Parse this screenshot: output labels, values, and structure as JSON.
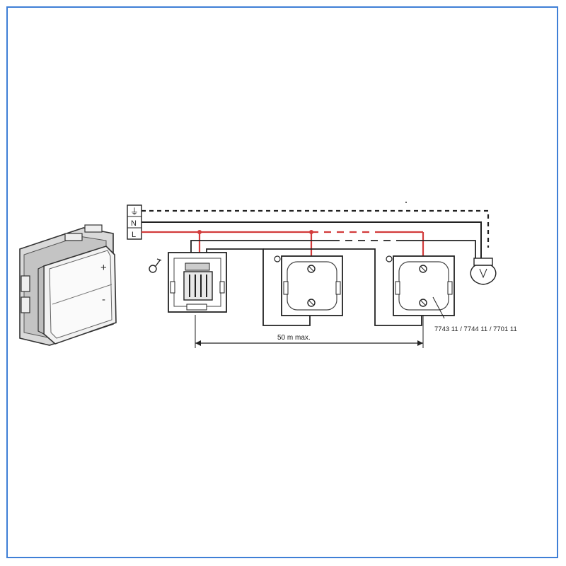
{
  "terminals": {
    "ground_symbol": "⏚",
    "neutral": "N",
    "live": "L"
  },
  "distance_label": "50 m max.",
  "part_numbers": "7743 11 / 7744 11 / 7701 11",
  "dimmer_controls": {
    "plus": "+",
    "minus": "-"
  },
  "colors": {
    "frame": "#3f7fd6",
    "live_wire": "#d23b3b",
    "wire": "#222222"
  },
  "icons": [
    "ground-icon",
    "dimmer-symbol-icon",
    "lamp-icon",
    "terminal-screw-icon"
  ]
}
